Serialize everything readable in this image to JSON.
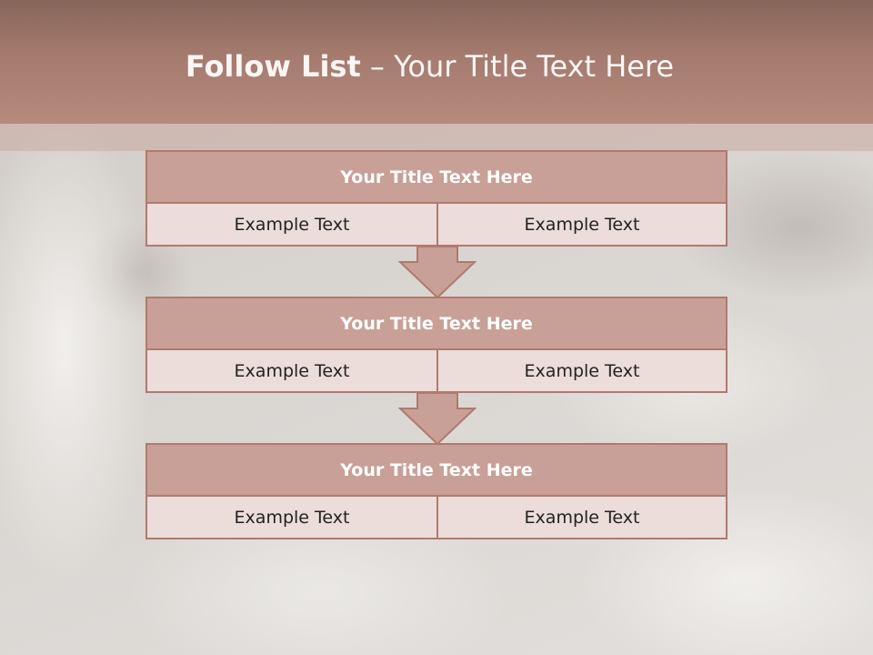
{
  "slide": {
    "title_bold": "Follow List",
    "title_rest": " – Your Title Text Here"
  },
  "steps": [
    {
      "title": "Your Title Text Here",
      "left": "Example Text",
      "right": "Example Text"
    },
    {
      "title": "Your Title Text Here",
      "left": "Example Text",
      "right": "Example Text"
    },
    {
      "title": "Your Title Text Here",
      "left": "Example Text",
      "right": "Example Text"
    }
  ],
  "colors": {
    "header": "#a57b6f",
    "box_header": "#c8a097",
    "box_cell": "#ecdcda",
    "border": "#b07a6e"
  }
}
